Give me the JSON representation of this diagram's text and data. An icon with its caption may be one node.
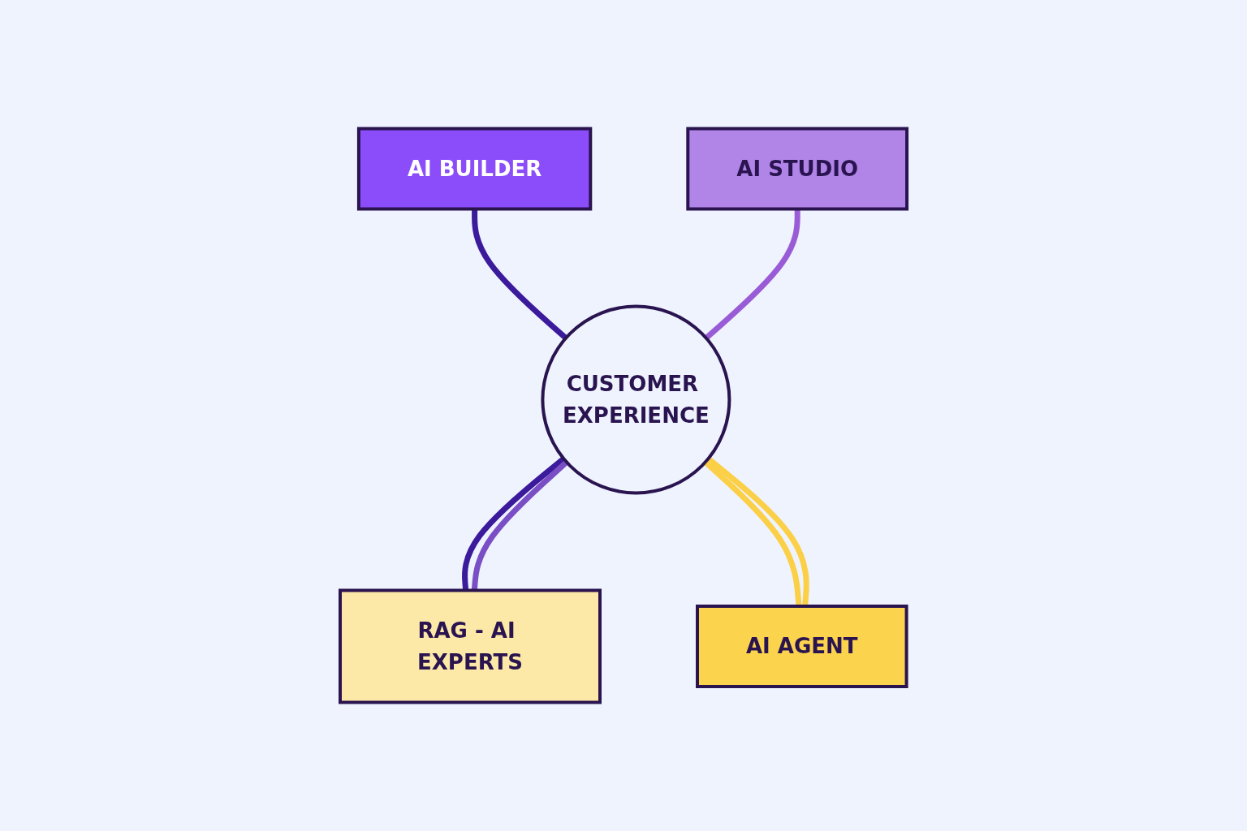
{
  "diagram": {
    "nodes": [
      {
        "text": [
          "AI BUILDER"
        ]
      },
      {
        "text": [
          "AI STUDIO"
        ]
      },
      {
        "text": [
          "CUSTOMER EXPERIENCE"
        ]
      },
      {
        "text": [
          "RAG - AI EXPERTS"
        ]
      },
      {
        "text": [
          "AI AGENT"
        ]
      }
    ],
    "edges": [
      {
        "from": 0,
        "to": 2,
        "arrow": "none",
        "color": "#3b1a9c"
      },
      {
        "from": 1,
        "to": 2,
        "arrow": "none",
        "color": "#9a5cd6"
      },
      {
        "from": 2,
        "to": 3,
        "arrow": "none",
        "color": "#3b1a9c"
      },
      {
        "from": 2,
        "to": 3,
        "arrow": "none",
        "color": "#7a4fc6"
      },
      {
        "from": 2,
        "to": 4,
        "arrow": "none",
        "color": "#fbcf46"
      },
      {
        "from": 2,
        "to": 4,
        "arrow": "none",
        "color": "#fbcf46"
      }
    ]
  }
}
